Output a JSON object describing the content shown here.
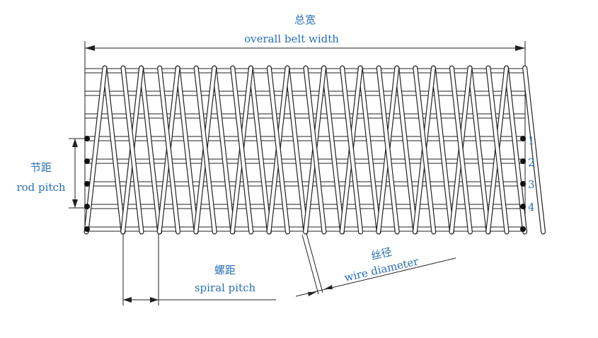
{
  "labels": {
    "overall_width_zh": "总宽",
    "overall_width_en": "overall belt width",
    "rod_pitch_zh": "节距",
    "rod_pitch_en": "rod pitch",
    "spiral_pitch_zh": "螺距",
    "spiral_pitch_en": "spiral pitch",
    "wire_diameter_zh": "丝径",
    "wire_diameter_en": "wire diameter"
  },
  "rod_numbers": [
    "1",
    "2",
    "3",
    "4"
  ],
  "colors": {
    "label": "#2a6fb5",
    "line": "#222222",
    "rod_end": "#111111"
  }
}
